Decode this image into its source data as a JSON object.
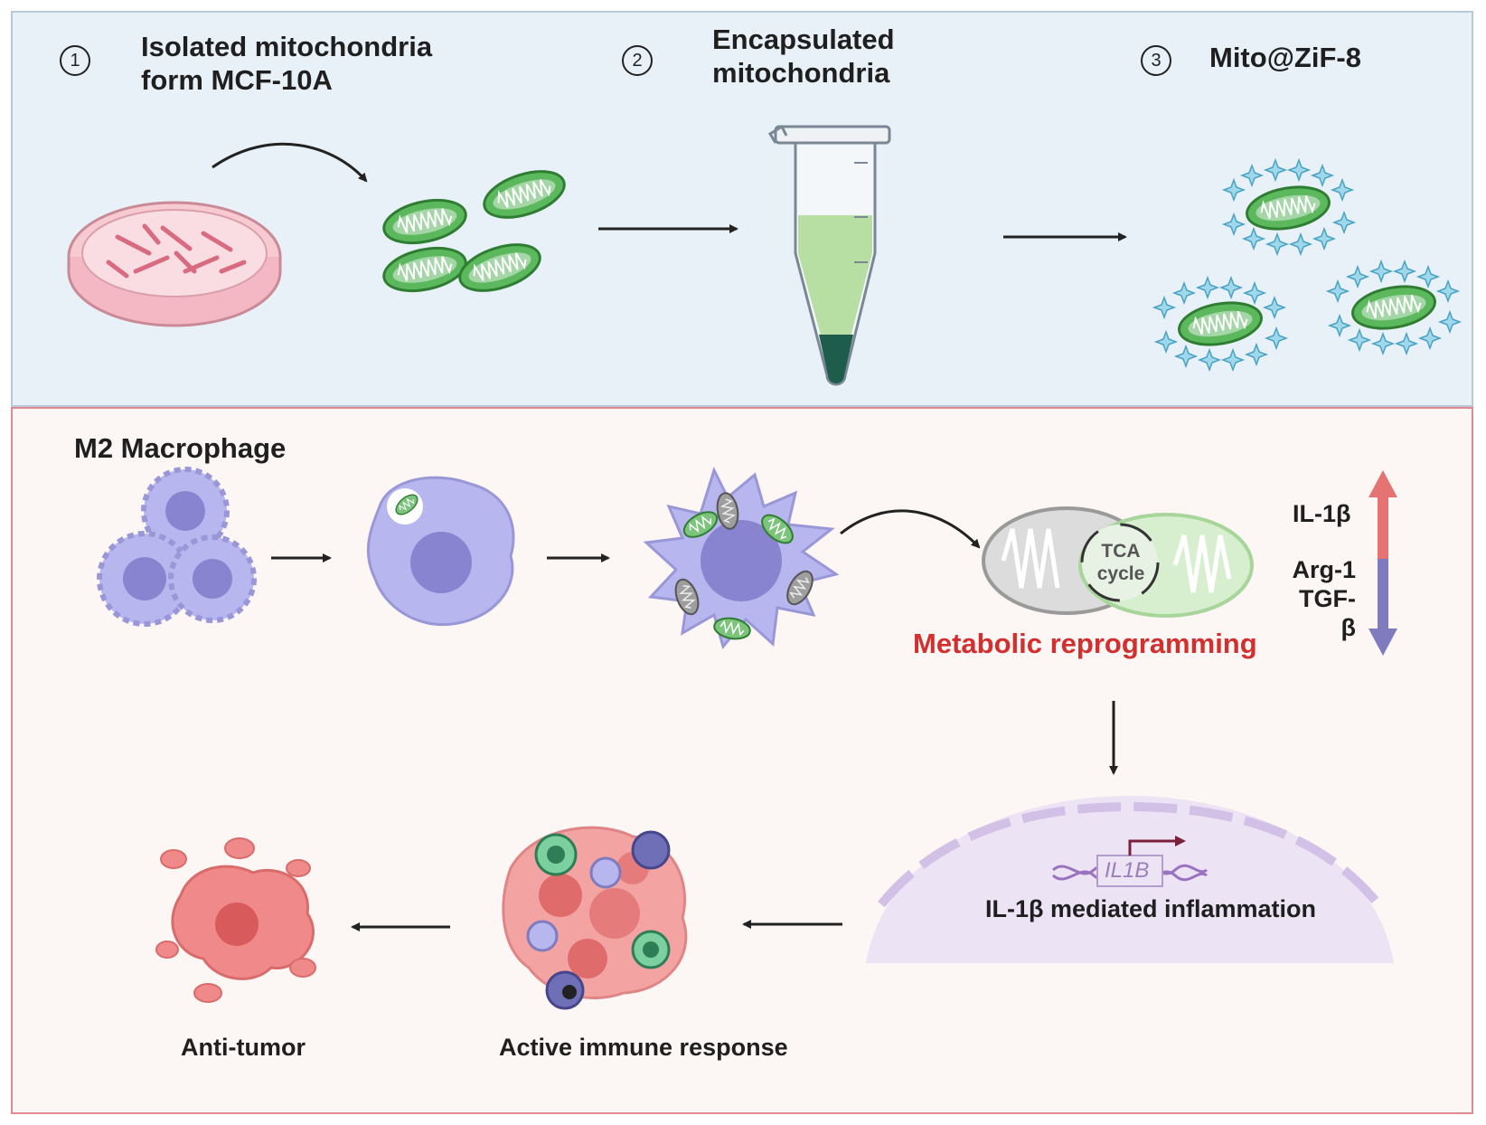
{
  "steps": [
    {
      "number": "1",
      "label_line1": "Isolated mitochondria",
      "label_line2": "form MCF-10A"
    },
    {
      "number": "2",
      "label_line1": "Encapsulated",
      "label_line2": "mitochondria"
    },
    {
      "number": "3",
      "label_line1": "Mito@ZiF-8",
      "label_line2": ""
    }
  ],
  "bottom": {
    "macrophage_label": "M2 Macrophage",
    "tca_line1": "TCA",
    "tca_line2": "cycle",
    "metabolic_label": "Metabolic reprogramming",
    "up_marker": "IL-1β",
    "down_marker1": "Arg-1",
    "down_marker2": "TGF-β",
    "gene_label": "IL1B",
    "inflammation_label": "IL-1β mediated inflammation",
    "immune_label": "Active immune response",
    "antitumor_label": "Anti-tumor"
  },
  "colors": {
    "top_panel_bg": "#e8f1f8",
    "bottom_panel_bg": "#fcf6f4",
    "mitochondria_green": "#4caf50",
    "macrophage_purple": "#9c9ae0",
    "tumor_pink": "#f08a8a",
    "up_arrow": "#e57373",
    "down_arrow": "#7e7bbf",
    "highlight_red": "#d32f2f"
  }
}
